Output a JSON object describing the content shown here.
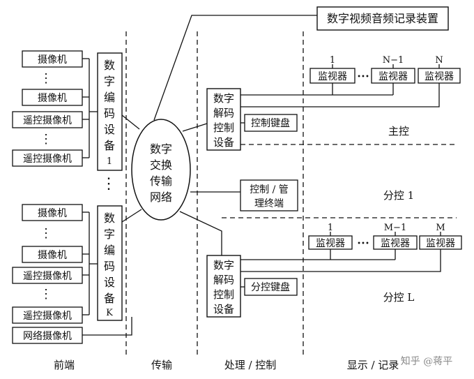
{
  "recorder": "数字视频音频记录装置",
  "front_group1": {
    "cameras": [
      "摄像机",
      "摄像机",
      "遥控摄像机",
      "遥控摄像机"
    ],
    "encoder": [
      "数",
      "字",
      "编",
      "码",
      "设",
      "备",
      "1"
    ]
  },
  "front_group2": {
    "cameras": [
      "摄像机",
      "摄像机",
      "遥控摄像机",
      "遥控摄像机"
    ],
    "encoder": [
      "数",
      "字",
      "编",
      "码",
      "设",
      "备",
      "K"
    ]
  },
  "network_camera": "网络摄像机",
  "network": [
    "数字",
    "交换",
    "传输",
    "网络"
  ],
  "decoder_main": [
    "数字",
    "解码",
    "控制",
    "设备"
  ],
  "keyboard_main": "控制键盘",
  "mgmt_terminal": [
    "控制 / 管",
    "理终端"
  ],
  "decoder_sub": [
    "数字",
    "解码",
    "控制",
    "设备"
  ],
  "keyboard_sub": "分控键盘",
  "monitors_top": {
    "labels": [
      "1",
      "N−1",
      "N"
    ],
    "monitor": "监视器",
    "dots": "•••"
  },
  "monitors_bottom": {
    "labels": [
      "1",
      "M−1",
      "M"
    ],
    "monitor": "监视器",
    "dots": "•••"
  },
  "zones": [
    "主控",
    "分控 1",
    "分控 L"
  ],
  "vdots": "⋮",
  "columns": [
    "前端",
    "传输",
    "处理 / 控制",
    "显示 / 记录"
  ],
  "watermark": "知乎 @蒋平"
}
